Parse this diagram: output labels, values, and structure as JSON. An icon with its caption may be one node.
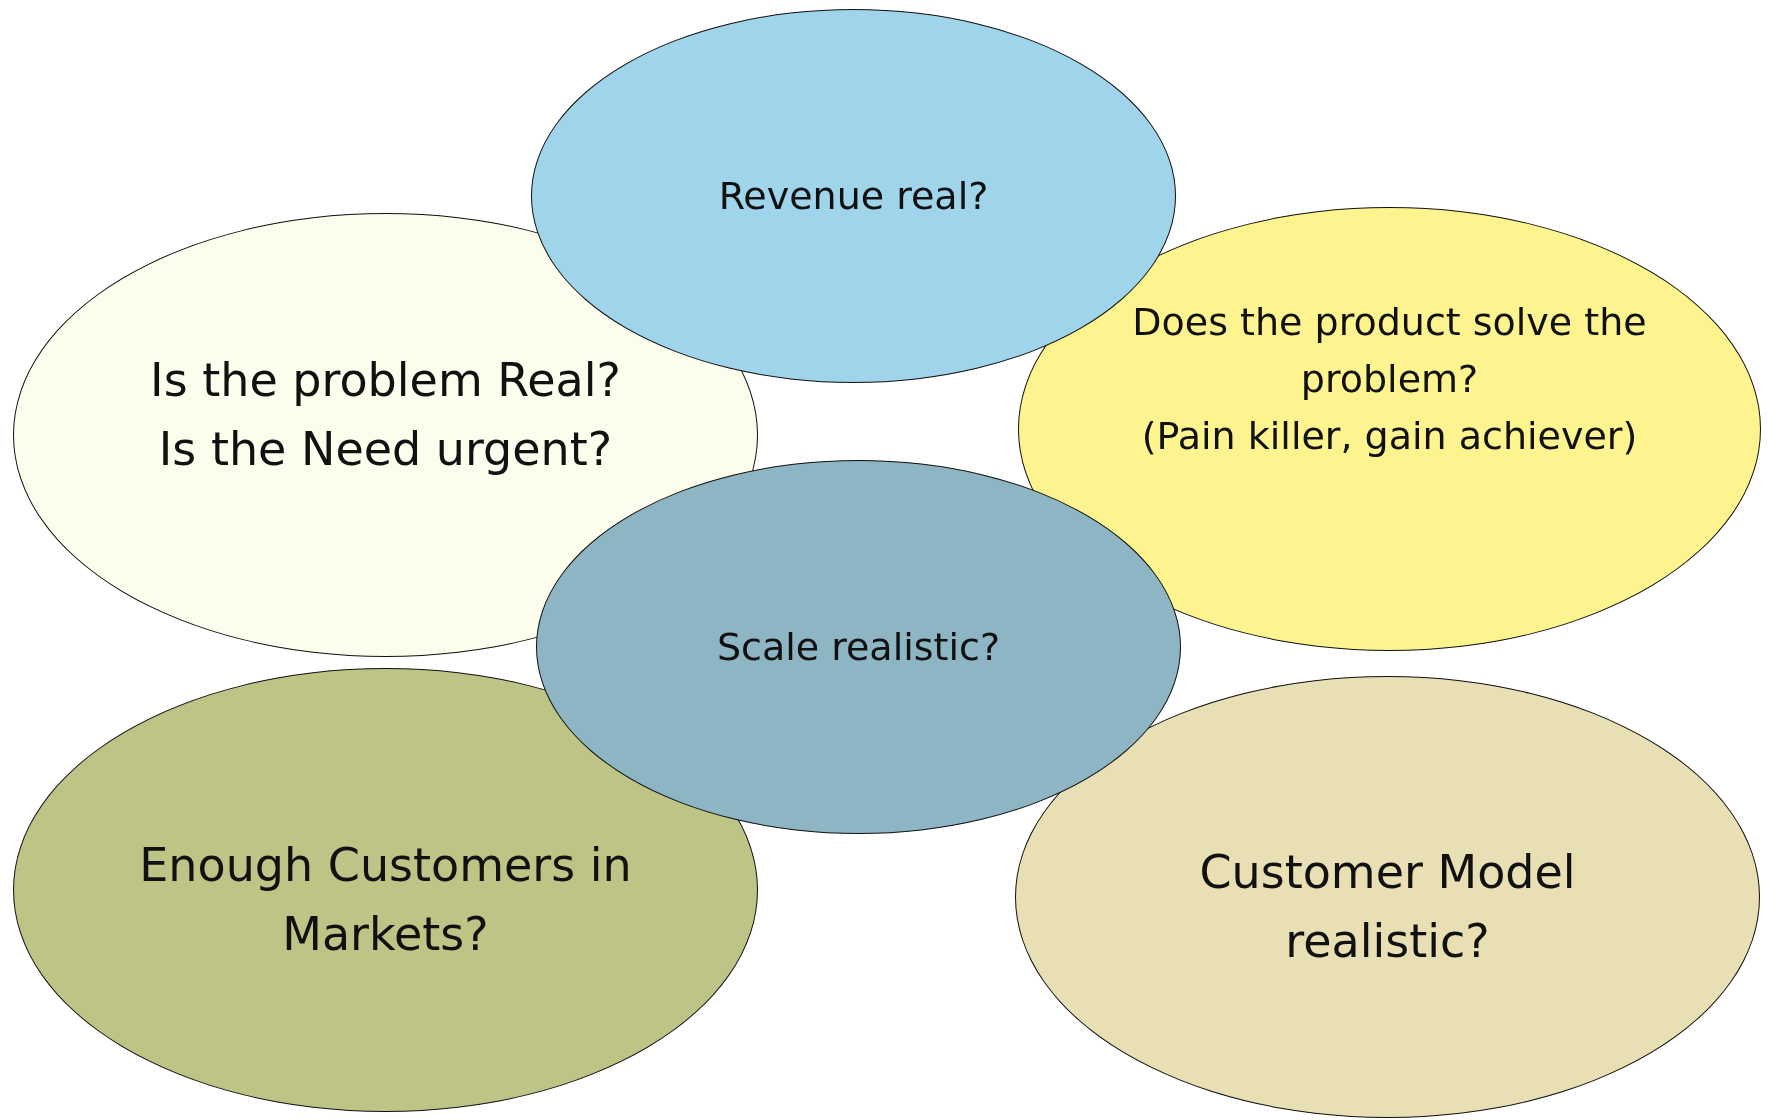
{
  "diagram": {
    "nodes": [
      {
        "text": [
          "Revenue real?"
        ]
      },
      {
        "text": [
          "Is the problem Real?",
          "Is the Need urgent?"
        ]
      },
      {
        "text": [
          "Does the product solve the problem?",
          "(Pain killer, gain achiever)"
        ]
      },
      {
        "text": [
          "Scale realistic?"
        ]
      },
      {
        "text": [
          "Enough Customers in Markets?"
        ]
      },
      {
        "text": [
          "Customer Model realistic?"
        ]
      }
    ]
  }
}
